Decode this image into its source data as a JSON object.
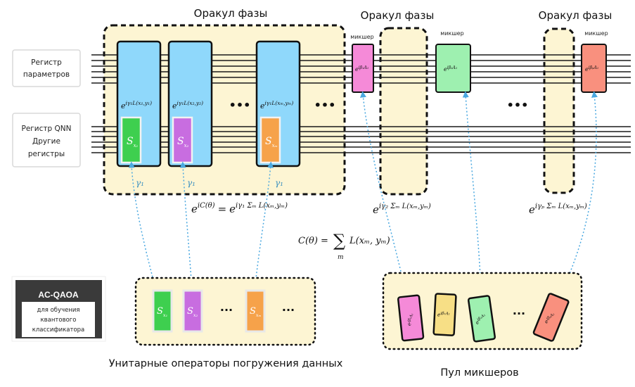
{
  "titles": {
    "oracle_1": "Оракул фазы",
    "oracle_2": "Оракул фазы",
    "oracle_p": "Оракул фазы"
  },
  "registers": {
    "params_line1": "Регистр",
    "params_line2": "параметров",
    "qnn_line1": "Регистр QNN",
    "qnn_line2": "Другие",
    "qnn_line3": "регистры"
  },
  "oracle_gates": [
    {
      "label": "e^{iγ₁L(x₁,y₁)}",
      "exp_base": "e",
      "exp_sup": "iγ₁L(x₁,y₁)",
      "embed_label": "S",
      "embed_sub": "x₁",
      "embed_color": "#3ecf4f",
      "gamma": "γ₁"
    },
    {
      "label": "e^{iγ₁L(x₂,y₂)}",
      "exp_base": "e",
      "exp_sup": "iγ₁L(x₂,y₂)",
      "embed_label": "S",
      "embed_sub": "x₂",
      "embed_color": "#c86de0",
      "gamma": "γ₁"
    },
    {
      "label": "e^{iγ₁L(xₘ,yₘ)}",
      "exp_base": "e",
      "exp_sup": "iγ₁L(xₘ,yₘ)",
      "embed_label": "S",
      "embed_sub": "xₘ",
      "embed_color": "#f6a24a",
      "gamma": "γ₁"
    }
  ],
  "ellipsis": "•••",
  "ellipsis_small": "···",
  "mixers": [
    {
      "label": "микшер",
      "exp_base": "e",
      "exp_sup": "iβ₁A₁",
      "color": "#f58ad8"
    },
    {
      "label": "микшер",
      "exp_base": "e",
      "exp_sup": "iβ₂A₁",
      "color": "#9ef0b0"
    },
    {
      "label": "микшер",
      "exp_base": "e",
      "exp_sup": "iβₚA₁",
      "color": "#f9907e"
    }
  ],
  "formulas": {
    "oracle_1": "e^{iC(θ)} = e^{iγ₁ Σₘ L(xₘ,yₘ)}",
    "oracle_1_lhs_base": "e",
    "oracle_1_lhs_sup": "iC(θ)",
    "oracle_1_eq": "=",
    "oracle_1_rhs_base": "e",
    "oracle_1_rhs_sup": "iγ₁ Σₘ L(xₘ,yₘ)",
    "oracle_2_base": "e",
    "oracle_2_sup": "iγ₂ Σₘ L(xₘ,yₘ)",
    "oracle_p_base": "e",
    "oracle_p_sup": "iγₚ Σₘ L(xₘ,yₘ)",
    "cost_lhs": "C(θ) =",
    "cost_sum": "∑",
    "cost_sum_sub": "m",
    "cost_rhs": "L(xₘ, yₘ)"
  },
  "qaoa_box": {
    "title": "AC-QAOA",
    "line1": "для обучения",
    "line2": "квантового",
    "line3": "классификатора"
  },
  "embedding_pool": {
    "caption": "Унитарные операторы погружения данных",
    "items": [
      {
        "label": "S",
        "sub": "x₁",
        "color": "#3ecf4f"
      },
      {
        "label": "S",
        "sub": "x₂",
        "color": "#c86de0"
      },
      {
        "label": "S",
        "sub": "xₘ",
        "color": "#f6a24a"
      }
    ]
  },
  "mixer_pool": {
    "caption": "Пул микшеров",
    "items": [
      {
        "exp_base": "e",
        "exp_sup": "iβ₁A₁",
        "color": "#f58ad8"
      },
      {
        "exp_base": "e",
        "exp_sup": "iβ₁A₁",
        "color": "#f7df86"
      },
      {
        "exp_base": "e",
        "exp_sup": "iβ₁A₁",
        "color": "#9ef0b0"
      },
      {
        "exp_base": "e",
        "exp_sup": "iβₚA₁",
        "color": "#f9907e"
      }
    ]
  },
  "colors": {
    "oracle_fill": "#fdf5d3",
    "gate_blue": "#8fd8fb",
    "arrow_blue": "#4aa8e0",
    "wire": "#1a1a1a",
    "qaoa_dark": "#3a3a3a"
  }
}
